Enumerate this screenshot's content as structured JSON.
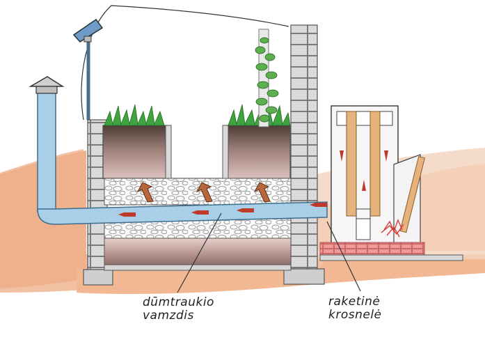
{
  "labels": {
    "chimney_pipe": [
      "dūmtraukio",
      "vamzdis"
    ],
    "rocket_stove": [
      "raketinė",
      "krosnelė"
    ]
  },
  "colors": {
    "soil": "#e9a882",
    "stone_block": "#d9d9d9",
    "pipe": "#a9cfe8",
    "topsoil": "#c7a6a2",
    "plants": "#3fa33f",
    "arrow": "#c0392b",
    "wood": "#e0a868",
    "bricks": "#e88a8a",
    "flame": "#d83a3a"
  },
  "icons": [
    "solar-panel-icon",
    "chimney-cap-icon",
    "flow-arrow-icon",
    "fire-icon",
    "plant-icon"
  ]
}
